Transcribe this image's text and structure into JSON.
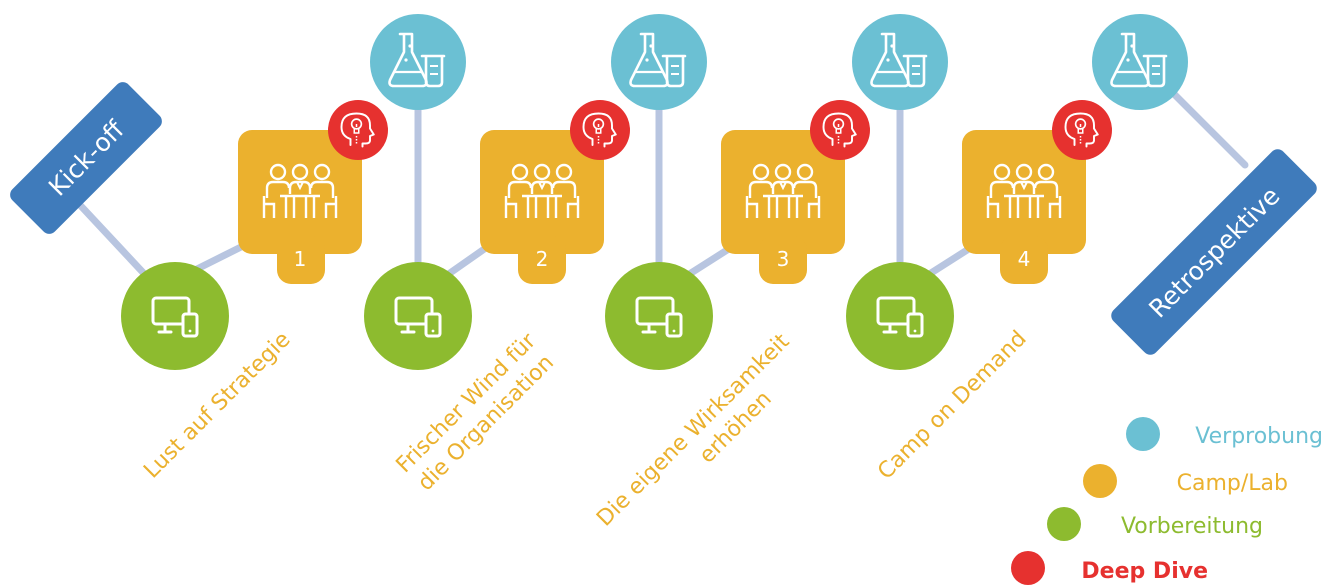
{
  "colors": {
    "verprobung": "#6bc0d3",
    "camp": "#ebb12e",
    "vorbereitung": "#8dbb2f",
    "deepdive": "#e6312f",
    "milestone": "#3f7bbb",
    "connector": "#b8c5e0",
    "icon": "#ffffff"
  },
  "milestones": {
    "start": "Kick-off",
    "end": "Retrospektive"
  },
  "camps": [
    {
      "number": "1",
      "title": "Lust auf Strategie"
    },
    {
      "number": "2",
      "title_line1": "Frischer Wind für",
      "title_line2": "die Organisation"
    },
    {
      "number": "3",
      "title_line1": "Die eigene Wirksamkeit",
      "title_line2": "erhöhen"
    },
    {
      "number": "4",
      "title": "Camp on Demand"
    }
  ],
  "icons": {
    "verprobung": "lab-flask-icon",
    "camp": "meeting-table-icon",
    "vorbereitung": "computer-phone-icon",
    "deepdive": "head-lightbulb-icon"
  },
  "legend": [
    {
      "label": "Verprobung",
      "color": "#6bc0d3"
    },
    {
      "label": "Camp/Lab",
      "color": "#ebb12e"
    },
    {
      "label": "Vorbereitung",
      "color": "#8dbb2f"
    },
    {
      "label": "Deep Dive",
      "color": "#e6312f"
    }
  ]
}
